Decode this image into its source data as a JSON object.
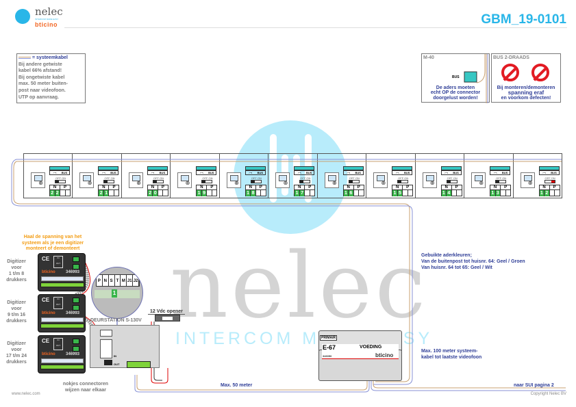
{
  "header": {
    "logo_name": "nelec",
    "logo_tagline": "INTERCOM MADE EASY",
    "logo_partner": "bticino",
    "document_code": "GBM_19-0101"
  },
  "watermark": {
    "name": "nelec",
    "tagline": "INTERCOM MADE EASY"
  },
  "cable_note": {
    "legend": "= systeemkabel",
    "lines": [
      "Bij andere getwiste",
      "kabel 66% afstand!",
      "Bij ongetwiste kabel",
      "max. 50 meter buiten-",
      "post naar videofoon.",
      "UTP op aanvraag."
    ]
  },
  "m40_box": {
    "title": "M-40",
    "bus_label": "BUS",
    "note": [
      "De aders moeten",
      "echt OP de connector",
      "doorgelust worden!"
    ]
  },
  "bus_box": {
    "title": "BUS 2-DRAADS",
    "icons": [
      "no-plug-icon",
      "no-lightning-icon"
    ],
    "note": [
      "Bij monteren/demonteren",
      "spanning eraf",
      "en voorkom defecten!"
    ]
  },
  "videophones": {
    "bus_label": "BUS",
    "switch_label": "OFF ON",
    "n_label": "N",
    "p_label": "P",
    "units": [
      {
        "n": [
          "2",
          "2"
        ],
        "switch": "off"
      },
      {
        "n": [
          "2",
          "1"
        ],
        "switch": "off"
      },
      {
        "n": [
          "2",
          "0"
        ],
        "switch": "off"
      },
      {
        "n": [
          "1",
          "9"
        ],
        "switch": "off"
      },
      {
        "n": [
          "1",
          "8"
        ],
        "switch": "off"
      },
      {
        "n": [
          "1",
          "7"
        ],
        "switch": "off"
      },
      {
        "n": [
          "1",
          "6"
        ],
        "switch": "off"
      },
      {
        "n": [
          "1",
          "5"
        ],
        "switch": "off"
      },
      {
        "n": [
          "1",
          "4"
        ],
        "switch": "off"
      },
      {
        "n": [
          "1",
          "3"
        ],
        "switch": "off"
      },
      {
        "n": [
          "1",
          "2"
        ],
        "switch": "on"
      }
    ]
  },
  "digitizer_warning": [
    "Haal de spanning van het",
    "systeem als je een digitizer",
    "monteert of demonteert"
  ],
  "digitizers": [
    {
      "label": [
        "Digitizer",
        "voor",
        "1 t/m 8",
        "drukkers"
      ],
      "brand": "bticino",
      "code": "346993"
    },
    {
      "label": [
        "Digitizer",
        "voor",
        "9 t/m 16",
        "drukkers"
      ],
      "brand": "bticino",
      "code": "346993"
    },
    {
      "label": [
        "Digitizer",
        "voor",
        "17 t/m 24",
        "drukkers"
      ],
      "brand": "bticino",
      "code": "346993"
    }
  ],
  "connector_detail": {
    "labels": [
      "P",
      "N",
      "S",
      "T",
      "M",
      "J1",
      "J2"
    ],
    "selected": "1"
  },
  "door_station": {
    "title": "DEURSTATION S-130V",
    "in_label": "IN",
    "out_label": "OUT"
  },
  "opener": {
    "title": "12 Vdc opener"
  },
  "nokjes_note": [
    "nokjes connectoren",
    "wijzen naar elkaar"
  ],
  "power_supply": {
    "primair_label": "PRIMAIR",
    "model": "E-67",
    "name": "VOEDING",
    "code": "346050",
    "brand": "bticino"
  },
  "wire_colors_note": [
    "Gebuikte aderkleuren;",
    "Van de buitenpost tot huisnr. 64: Geel / Groen",
    "Van huisnr. 64 tot 65: Geel / Wit"
  ],
  "max_100_note": [
    "Max. 100 meter systeem-",
    "kabel tot laatste videofoon"
  ],
  "max_50_note": "Max. 50 meter",
  "next_page_note": "naar SUI pagina 2",
  "footer": {
    "website": "www.nelec.com",
    "copyright": "Copyright Nelec BV"
  },
  "colors": {
    "brand_blue": "#29b6e8",
    "text_navy": "#2f3e97",
    "cable_brown": "#c8a070",
    "cable_blue": "#8892d6",
    "terminal_green": "#39b54a",
    "warning_orange": "#f39c12",
    "warning_red": "#e21b23"
  }
}
